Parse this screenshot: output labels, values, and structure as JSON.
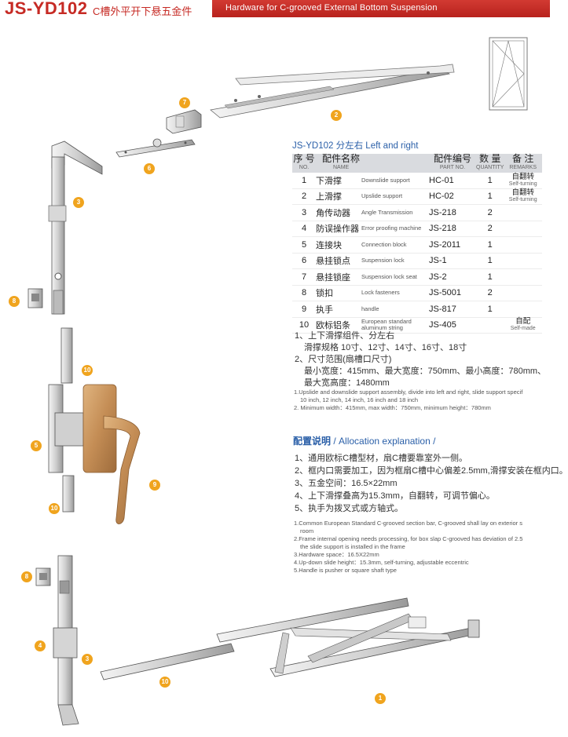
{
  "header": {
    "model": "JS-YD102",
    "title_cn": "C槽外平开下悬五金件",
    "title_en": "Hardware for C-grooved External Bottom Suspension"
  },
  "spec": {
    "title": "JS-YD102 分左右 Left and right",
    "headers": [
      {
        "cn": "序 号",
        "en": "NO."
      },
      {
        "cn": "配件名称",
        "en": "NAME"
      },
      {
        "cn": "配件编号",
        "en": "PART NO."
      },
      {
        "cn": "数 量",
        "en": "QUANTITY"
      },
      {
        "cn": "备 注",
        "en": "REMARKS"
      }
    ],
    "rows": [
      {
        "no": "1",
        "name": "下滑撑",
        "en": "Downslide support",
        "part": "HC-01",
        "qty": "1",
        "remark": "自翻转",
        "remark_sub": "Self-turning"
      },
      {
        "no": "2",
        "name": "上滑撑",
        "en": "Upslide support",
        "part": "HC-02",
        "qty": "1",
        "remark": "自翻转",
        "remark_sub": "Self-turning"
      },
      {
        "no": "3",
        "name": "角传动器",
        "en": "Angle Transmission",
        "part": "JS-218",
        "qty": "2",
        "remark": "",
        "remark_sub": ""
      },
      {
        "no": "4",
        "name": "防误操作器",
        "en": "Error proofing machine",
        "part": "JS-218",
        "qty": "2",
        "remark": "",
        "remark_sub": ""
      },
      {
        "no": "5",
        "name": "连接块",
        "en": "Connection block",
        "part": "JS-2011",
        "qty": "1",
        "remark": "",
        "remark_sub": ""
      },
      {
        "no": "6",
        "name": "悬挂锁点",
        "en": "Suspension lock",
        "part": "JS-1",
        "qty": "1",
        "remark": "",
        "remark_sub": ""
      },
      {
        "no": "7",
        "name": "悬挂锁座",
        "en": "Suspension lock seat",
        "part": "JS-2",
        "qty": "1",
        "remark": "",
        "remark_sub": ""
      },
      {
        "no": "8",
        "name": "锁扣",
        "en": "Lock fasteners",
        "part": "JS-5001",
        "qty": "2",
        "remark": "",
        "remark_sub": ""
      },
      {
        "no": "9",
        "name": "执手",
        "en": "handle",
        "part": "JS-817",
        "qty": "1",
        "remark": "",
        "remark_sub": ""
      },
      {
        "no": "10",
        "name": "欧标铝条",
        "en": "European standard aluminum string",
        "part": "JS-405",
        "qty": "",
        "remark": "自配",
        "remark_sub": "Self-made"
      }
    ]
  },
  "notes_cn": [
    "1、上下滑撑组件、分左右",
    "滑撑规格 10寸、12寸、14寸、16寸、18寸",
    "2、尺寸范围(扇槽口尺寸)",
    "最小宽度：415mm、最大宽度：750mm、最小高度：780mm、",
    "最大宽高度：1480mm"
  ],
  "notes_en": [
    "1.Upslide and downslide support assembly,  divide into left and right,  slide support specif",
    "10 inch,  12 inch,  14 inch,  16 inch and 18 inch",
    "2. Minimum width：415mm,  max width：750mm,  minimum height：780mm"
  ],
  "allocation": {
    "title_cn": "配置说明",
    "title_sep": " / ",
    "title_en": "Allocation explanation /",
    "items_cn": [
      "1、通用欧标C槽型材，扇C槽要靠室外一侧。",
      "2、框内口需要加工，因为框扇C槽中心偏差2.5mm,滑撑安装在框内口。",
      "3、五金空间：16.5×22mm",
      "4、上下滑撑叠高为15.3mm，自翻转，可调节偏心。",
      "5、执手为拨叉式或方轴式。"
    ],
    "items_en": [
      "1.Common European Standard C-grooved section bar,  C-grooved shall lay on exterior s",
      "room",
      "2.Frame internal opening needs processing,  for box slap C-grooved has deviation of 2.5",
      "the slide support is installed in the frame",
      "3.Hardware space：16.5X22mm",
      "4.Up-down slide height：15.3mm,  self-turning,  adjustable eccentric",
      "5.Handle is pusher or square shaft type"
    ]
  },
  "callouts": [
    "7",
    "2",
    "6",
    "3",
    "8",
    "10",
    "5",
    "9",
    "10",
    "8",
    "4",
    "3",
    "10",
    "1"
  ],
  "colors": {
    "accent_red": "#c62a24",
    "callout": "#f0a41e",
    "title_blue": "#2a5fa8",
    "handle": "#c9935c"
  }
}
